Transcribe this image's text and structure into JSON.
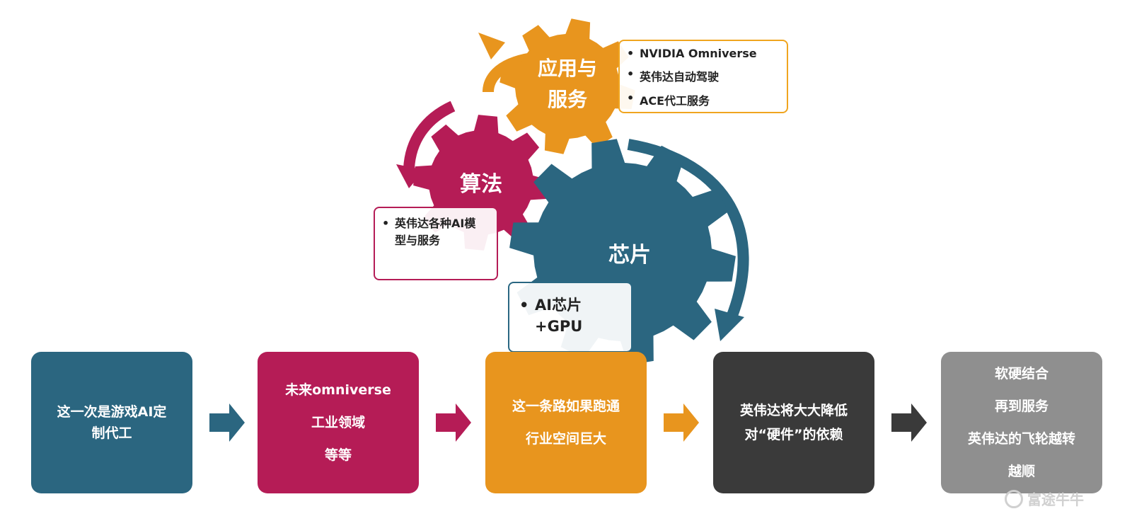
{
  "colors": {
    "teal": "#2b6680",
    "crimson": "#b51c56",
    "orange": "#e8951e",
    "dark": "#3a3a3a",
    "gray": "#8f8f8f"
  },
  "gears": {
    "apps": {
      "label_line1": "应用与",
      "label_line2": "服务"
    },
    "algo": {
      "label": "算法"
    },
    "chip": {
      "label": "芯片"
    }
  },
  "panels": {
    "apps": {
      "items": [
        "NVIDIA Omniverse",
        "英伟达自动驾驶",
        "ACE代工服务"
      ]
    },
    "algo": {
      "items": [
        {
          "line1": "英伟达各种AI模",
          "line2": "型与服务"
        }
      ]
    },
    "chip": {
      "items": [
        {
          "line1": "AI芯片",
          "line2": "+GPU"
        }
      ]
    }
  },
  "flow": [
    {
      "lines": [
        "这一次是游戏AI定",
        "制代工"
      ]
    },
    {
      "lines": [
        "未来omniverse",
        "工业领域",
        "等等"
      ]
    },
    {
      "lines": [
        "这一条路如果跑通",
        "行业空间巨大"
      ]
    },
    {
      "lines": [
        "英伟达将大大降低",
        "对“硬件”的依赖"
      ]
    },
    {
      "lines": [
        "软硬结合",
        "再到服务",
        "英伟达的飞轮越转",
        "越顺"
      ]
    }
  ],
  "watermark": {
    "text": "富途牛牛"
  }
}
